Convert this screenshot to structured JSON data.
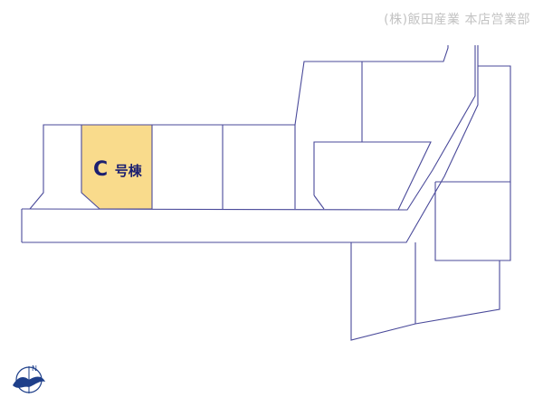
{
  "watermark": "(株)飯田産業 本店営業部",
  "target_lot": {
    "letter": "C",
    "suffix": "号棟",
    "fill_color": "#f9db8c"
  },
  "compass": {
    "north_label": "N"
  },
  "colors": {
    "boundary_line": "#4a4a9a",
    "label_text": "#1b1f70",
    "compass": "#1e3f8a",
    "watermark": "#c3c3c3"
  }
}
